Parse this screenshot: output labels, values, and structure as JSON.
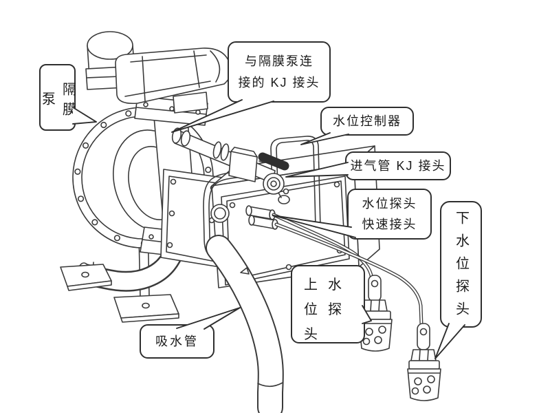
{
  "figure": {
    "description": "Technical line diagram of a diaphragm pump water-level control system with callout labels",
    "colors": {
      "background": "#ffffff",
      "line": "#3a3a3a",
      "bubble_border": "#2e2e2e",
      "text": "#1a1a1a",
      "valve_handle_dark": "#2f2f2f"
    },
    "labels": [
      {
        "id": "diaphragm-pump",
        "text": "隔膜泵"
      },
      {
        "id": "kj-joint-to-pump",
        "text": "与隔膜泵连\n接的 KJ 接头"
      },
      {
        "id": "water-level-controller",
        "text": "水位控制器"
      },
      {
        "id": "air-inlet-kj-joint",
        "text": "进气管 KJ 接头"
      },
      {
        "id": "probe-quick-connector",
        "text": "水位探头\n快速接头"
      },
      {
        "id": "lower-water-level-probe",
        "text": "下水位探头"
      },
      {
        "id": "upper-water-level-probe",
        "text": "上水位探头"
      },
      {
        "id": "suction-pipe",
        "text": "吸水管"
      }
    ]
  }
}
